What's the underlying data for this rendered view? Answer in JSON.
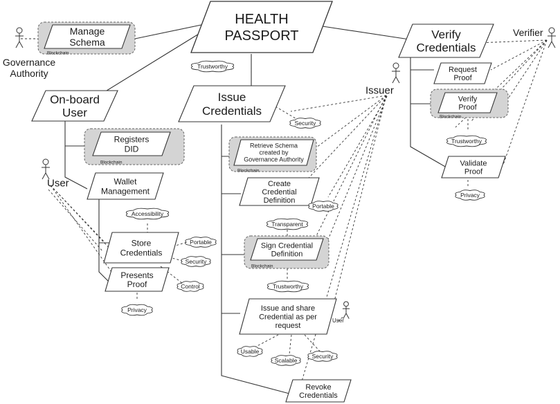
{
  "colors": {
    "stroke": "#333333",
    "fill": "#ffffff",
    "chain": "#d4d4d4",
    "chain_border": "#666666"
  },
  "icon_names": [
    "person-icon",
    "cloud-icon"
  ],
  "labels": {
    "main": [
      "HEALTH",
      "PASSPORT"
    ],
    "manage_schema": [
      "Manage",
      "Schema"
    ],
    "onboard_user": [
      "On-board",
      "User"
    ],
    "issue_credentials": [
      "Issue",
      "Credentials"
    ],
    "verify_credentials": [
      "Verify",
      "Credentials"
    ],
    "registers_did": [
      "Registers",
      "DID"
    ],
    "wallet_management": [
      "Wallet",
      "Management"
    ],
    "store_credentials": [
      "Store",
      "Credentials"
    ],
    "presents_proof": [
      "Presents",
      "Proof"
    ],
    "retrieve_schema": [
      "Retrieve Schema",
      "created by",
      "Governance Authority"
    ],
    "create_credential_definition": [
      "Create",
      "Credential",
      "Definition"
    ],
    "sign_credential_definition": [
      "Sign Credential",
      "Definition"
    ],
    "issue_and_share": [
      "Issue and share",
      "Credential as per",
      "request"
    ],
    "revoke_credentials": [
      "Revoke",
      "Credentials"
    ],
    "request_proof": [
      "Request",
      "Proof"
    ],
    "verify_proof": [
      "Verify",
      "Proof"
    ],
    "validate_proof": [
      "Validate",
      "Proof"
    ],
    "blockchain": "Blockchain"
  },
  "actors": {
    "governance_authority": [
      "Governance",
      "Authority"
    ],
    "user": "User",
    "issuer": "Issuer",
    "verifier": "Verifier",
    "user_small": "User"
  },
  "qualities": {
    "trustworthy": "Trustworthy",
    "security": "Security",
    "accessibility": "Accessibility",
    "portable": "Portable",
    "control": "Control",
    "privacy": "Privacy",
    "transparent": "Transparent",
    "usable": "Usable",
    "scalable": "Scalable"
  }
}
